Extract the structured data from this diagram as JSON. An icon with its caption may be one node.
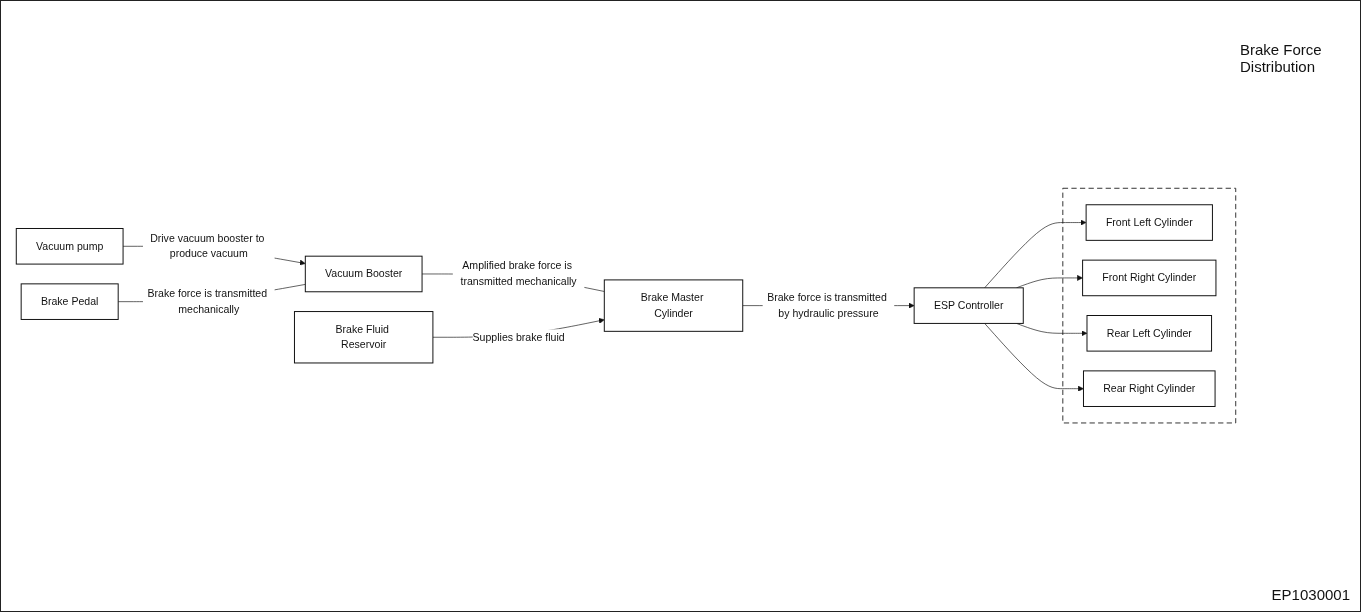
{
  "diagram": {
    "nodes": [
      {
        "text": [
          "Vacuum pump"
        ]
      },
      {
        "text": [
          "Brake Fluid Reservoir"
        ]
      },
      {
        "text": [
          "Brake Pedal"
        ]
      },
      {
        "text": [
          "Vacuum Booster"
        ]
      },
      {
        "text": [
          "Brake Master Cylinder"
        ]
      },
      {
        "text": [
          "ESP Controller"
        ]
      },
      {
        "text": [],
        "shape": "box"
      },
      {
        "text": [
          "Front Left Cylinder"
        ],
        "in": 6
      },
      {
        "text": [
          "Front Right Cylinder"
        ],
        "in": 6
      },
      {
        "text": [
          "Rear Left Cylinder"
        ],
        "in": 6
      },
      {
        "text": [
          "Rear Right Cylinder"
        ],
        "in": 6
      }
    ],
    "edges": [
      {
        "from": 0,
        "to": 3,
        "arrow": "to",
        "label": "Drive vacuum booster to produce vacuum"
      },
      {
        "from": 2,
        "to": 3,
        "arrow": "none",
        "label": "Brake force is transmitted mechanically"
      },
      {
        "from": 3,
        "to": 4,
        "arrow": "none",
        "label": "Amplified brake force is transmitted mechanically"
      },
      {
        "from": 1,
        "to": 4,
        "arrow": "to",
        "label": "Supplies brake fluid"
      },
      {
        "from": 4,
        "to": 5,
        "arrow": "to",
        "label": "Brake force is transmitted by hydraulic pressure"
      },
      {
        "from": 5,
        "to": 7,
        "arrow": "to"
      },
      {
        "from": 5,
        "to": 8,
        "arrow": "to"
      },
      {
        "from": 5,
        "to": 9,
        "arrow": "to"
      },
      {
        "from": 5,
        "to": 10,
        "arrow": "to"
      }
    ],
    "labels": [
      "Brake Force Distribution",
      "EP1030001"
    ]
  }
}
